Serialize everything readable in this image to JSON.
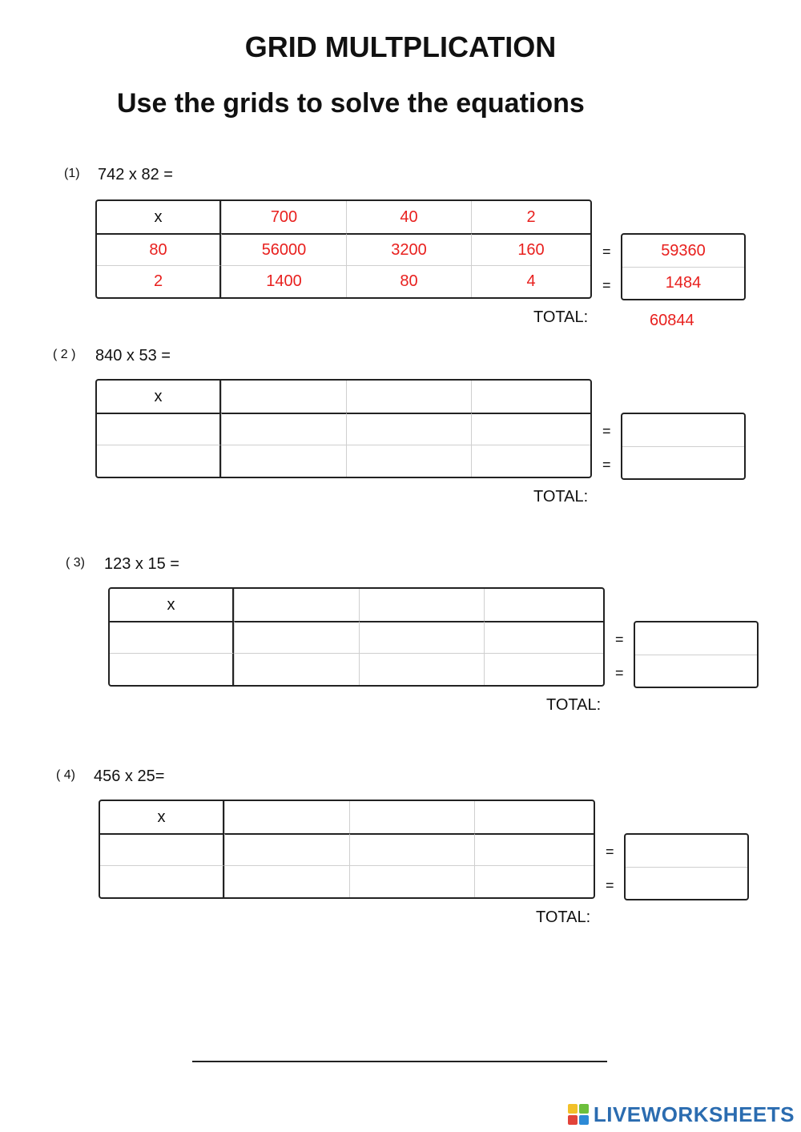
{
  "header": {
    "title": "GRID MULTPLICATION",
    "subtitle": "Use the grids to solve the equations"
  },
  "problems": [
    {
      "number": "(1)",
      "equation": "742 x 82 =",
      "header_row": [
        "x",
        "700",
        "40",
        "2"
      ],
      "rows": [
        [
          "80",
          "56000",
          "3200",
          "160"
        ],
        [
          "2",
          "1400",
          "80",
          "4"
        ]
      ],
      "row_results": [
        "59360",
        "1484"
      ],
      "total_label": "TOTAL:",
      "total_value": "60844"
    },
    {
      "number": "( 2 )",
      "equation": "840 x 53 =",
      "header_row": [
        "x",
        "",
        "",
        ""
      ],
      "rows": [
        [
          "",
          "",
          "",
          ""
        ],
        [
          "",
          "",
          "",
          ""
        ]
      ],
      "row_results": [
        "",
        ""
      ],
      "total_label": "TOTAL:",
      "total_value": ""
    },
    {
      "number": "( 3)",
      "equation": "123 x 15 =",
      "header_row": [
        "x",
        "",
        "",
        ""
      ],
      "rows": [
        [
          "",
          "",
          "",
          ""
        ],
        [
          "",
          "",
          "",
          ""
        ]
      ],
      "row_results": [
        "",
        ""
      ],
      "total_label": "TOTAL:",
      "total_value": ""
    },
    {
      "number": "( 4)",
      "equation": "456 x 25=",
      "header_row": [
        "x",
        "",
        "",
        ""
      ],
      "rows": [
        [
          "",
          "",
          "",
          ""
        ],
        [
          "",
          "",
          "",
          ""
        ]
      ],
      "row_results": [
        "",
        ""
      ],
      "total_label": "TOTAL:",
      "total_value": ""
    }
  ],
  "equals_sign": "=",
  "footer": {
    "brand": "LIVEWORKSHEETS",
    "brand_icon": "liveworksheets-logo-icon"
  },
  "colors": {
    "answer": "#e8201e",
    "brand": "#2b6cb0",
    "logo_squares": [
      "#f2c029",
      "#6cbf3c",
      "#e2433a",
      "#2d8ad6"
    ]
  }
}
